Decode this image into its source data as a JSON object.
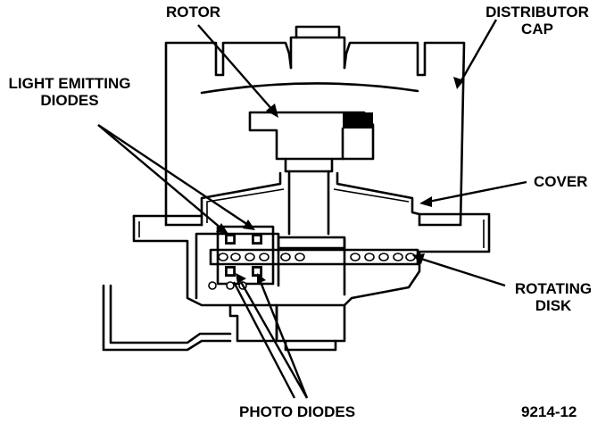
{
  "labels": {
    "rotor": "ROTOR",
    "distributor_cap_line1": "DISTRIBUTOR",
    "distributor_cap_line2": "CAP",
    "light_emitting_line1": "LIGHT EMITTING",
    "light_emitting_line2": "DIODES",
    "cover": "COVER",
    "rotating_line1": "ROTATING",
    "rotating_line2": "DISK",
    "photo_diodes": "PHOTO DIODES",
    "figure_number": "9214-12"
  },
  "colors": {
    "ink": "#000000",
    "paper": "#ffffff"
  }
}
